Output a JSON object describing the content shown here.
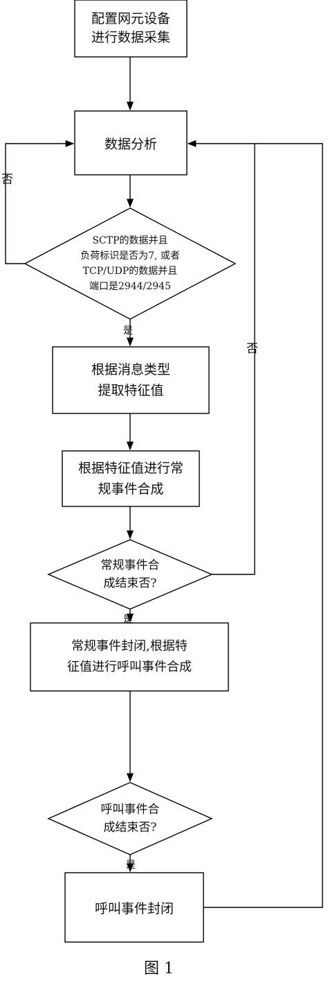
{
  "nodes": {
    "collect": "配置网元设备\n进行数据采集",
    "analyze": "数据分析",
    "decision_protocol": "SCTP的数据并且\n负荷标识是否为7, 或者\nTCP/UDP的数据并且\n端口是2944/2945",
    "extract": "根据消息类型\n提取特征值",
    "regular_synth": "根据特征值进行常\n规事件合成",
    "decision_regular": "常规事件合\n成结束否?",
    "call_synth": "常规事件封闭,根据特\n征值进行呼叫事件合成",
    "decision_call": "呼叫事件合\n成结束否?",
    "call_close": "呼叫事件封闭"
  },
  "edge_labels": {
    "no_left": "否",
    "no_right": "否",
    "yes_1": "是",
    "yes_2": "是",
    "yes_3": "是"
  },
  "caption": "图 1"
}
